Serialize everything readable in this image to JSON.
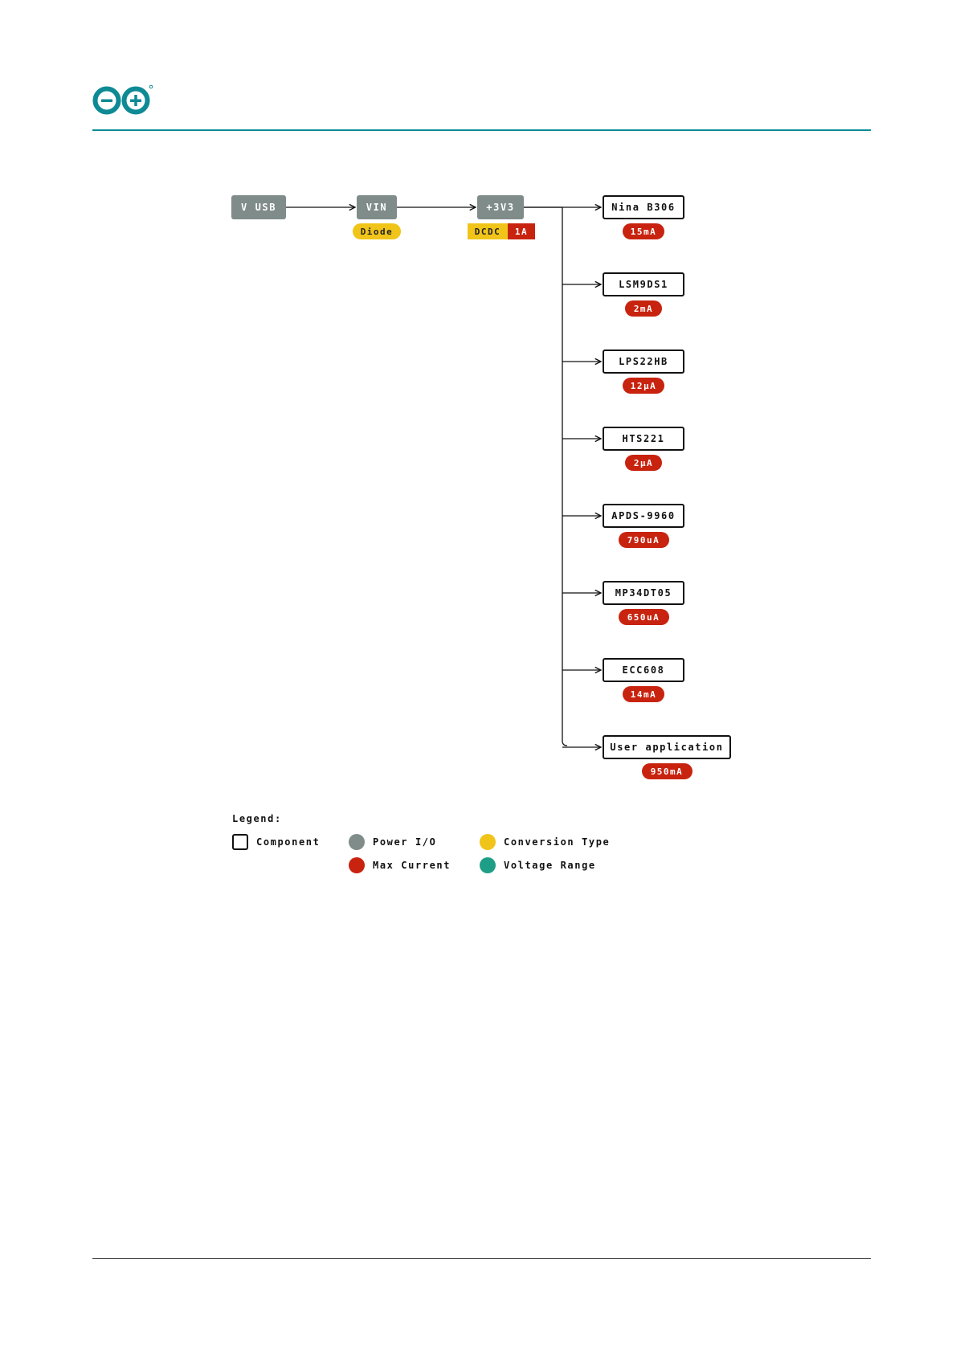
{
  "colors": {
    "brand_teal": "#0e8a95",
    "power_io": "#7f8c8a",
    "max_current": "#c8230f",
    "conversion_type": "#f0c419",
    "voltage_range": "#1f9e87"
  },
  "logo_icon": "arduino-infinity-logo",
  "power_chain": {
    "vusb": "V USB",
    "vin": "VIN",
    "vin_conversion": "Diode",
    "v3v3": "+3V3",
    "v3v3_conversion": "DCDC",
    "v3v3_current": "1A"
  },
  "components": [
    {
      "name": "Nina B306",
      "current": "15mA"
    },
    {
      "name": "LSM9DS1",
      "current": "2mA"
    },
    {
      "name": "LPS22HB",
      "current": "12µA"
    },
    {
      "name": "HTS221",
      "current": "2µA"
    },
    {
      "name": "APDS-9960",
      "current": "790uA"
    },
    {
      "name": "MP34DT05",
      "current": "650uA"
    },
    {
      "name": "ECC608",
      "current": "14mA"
    },
    {
      "name": "User application",
      "current": "950mA"
    }
  ],
  "legend": {
    "title": "Legend:",
    "component": "Component",
    "power_io": "Power I/O",
    "conversion_type": "Conversion Type",
    "max_current": "Max Current",
    "voltage_range": "Voltage Range"
  }
}
